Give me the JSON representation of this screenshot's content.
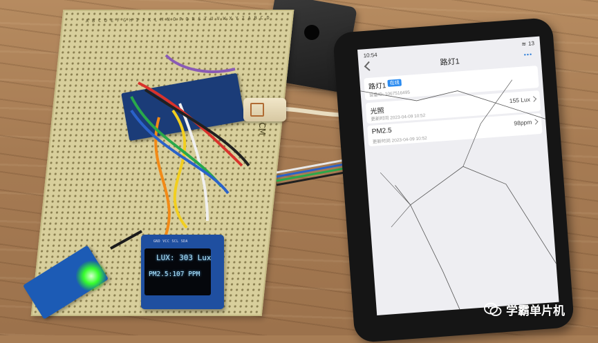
{
  "board": {
    "scale_letters": "A B C D E F G H I J K L M N O P Q R S T U V W X Y Z A B C D",
    "size_label": "15CM"
  },
  "oled": {
    "pin_labels": "GND VCC SCL SDA",
    "line1": "LUX: 303 Lux",
    "line2": "PM2.5:107 PPM"
  },
  "phone": {
    "status_time": "10:54",
    "status_battery": "13",
    "app_title": "路灯1",
    "device": {
      "name": "路灯1",
      "badge": "在线",
      "id_text": "设备ID: 1067516495"
    },
    "rows": [
      {
        "label": "光照",
        "time": "更新时间 2023-04-09 10:52",
        "value": "155 Lux"
      },
      {
        "label": "PM2.5",
        "time": "更新时间 2023-04-09 10:52",
        "value": "98ppm"
      }
    ]
  },
  "watermark": {
    "text": "学霸单片机",
    "icon": "wechat-icon"
  },
  "colors": {
    "oled_text": "#aee6ff",
    "badge": "#2b8bf0",
    "led_green": "#37ff2d"
  }
}
